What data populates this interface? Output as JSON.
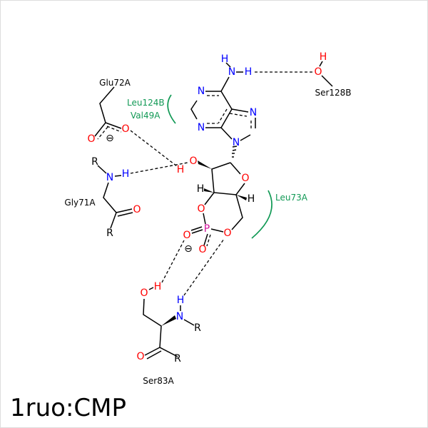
{
  "title": "1ruo:CMP",
  "atoms": {
    "N": "N",
    "O": "O",
    "H": "H",
    "P": "P",
    "R": "R",
    "minus": "⊖"
  },
  "residues": {
    "glu": "Glu72A",
    "gly": "Gly71A",
    "ser83": "Ser83A",
    "ser128": "Ser128B"
  },
  "hydrophobic": {
    "leu124": "Leu124B",
    "val49": "Val49A",
    "leu73": "Leu73A"
  },
  "colors": {
    "nitrogen": "#0000ff",
    "oxygen": "#ff0000",
    "phosphorus": "#d0109a",
    "hydrophobic": "#119955"
  }
}
